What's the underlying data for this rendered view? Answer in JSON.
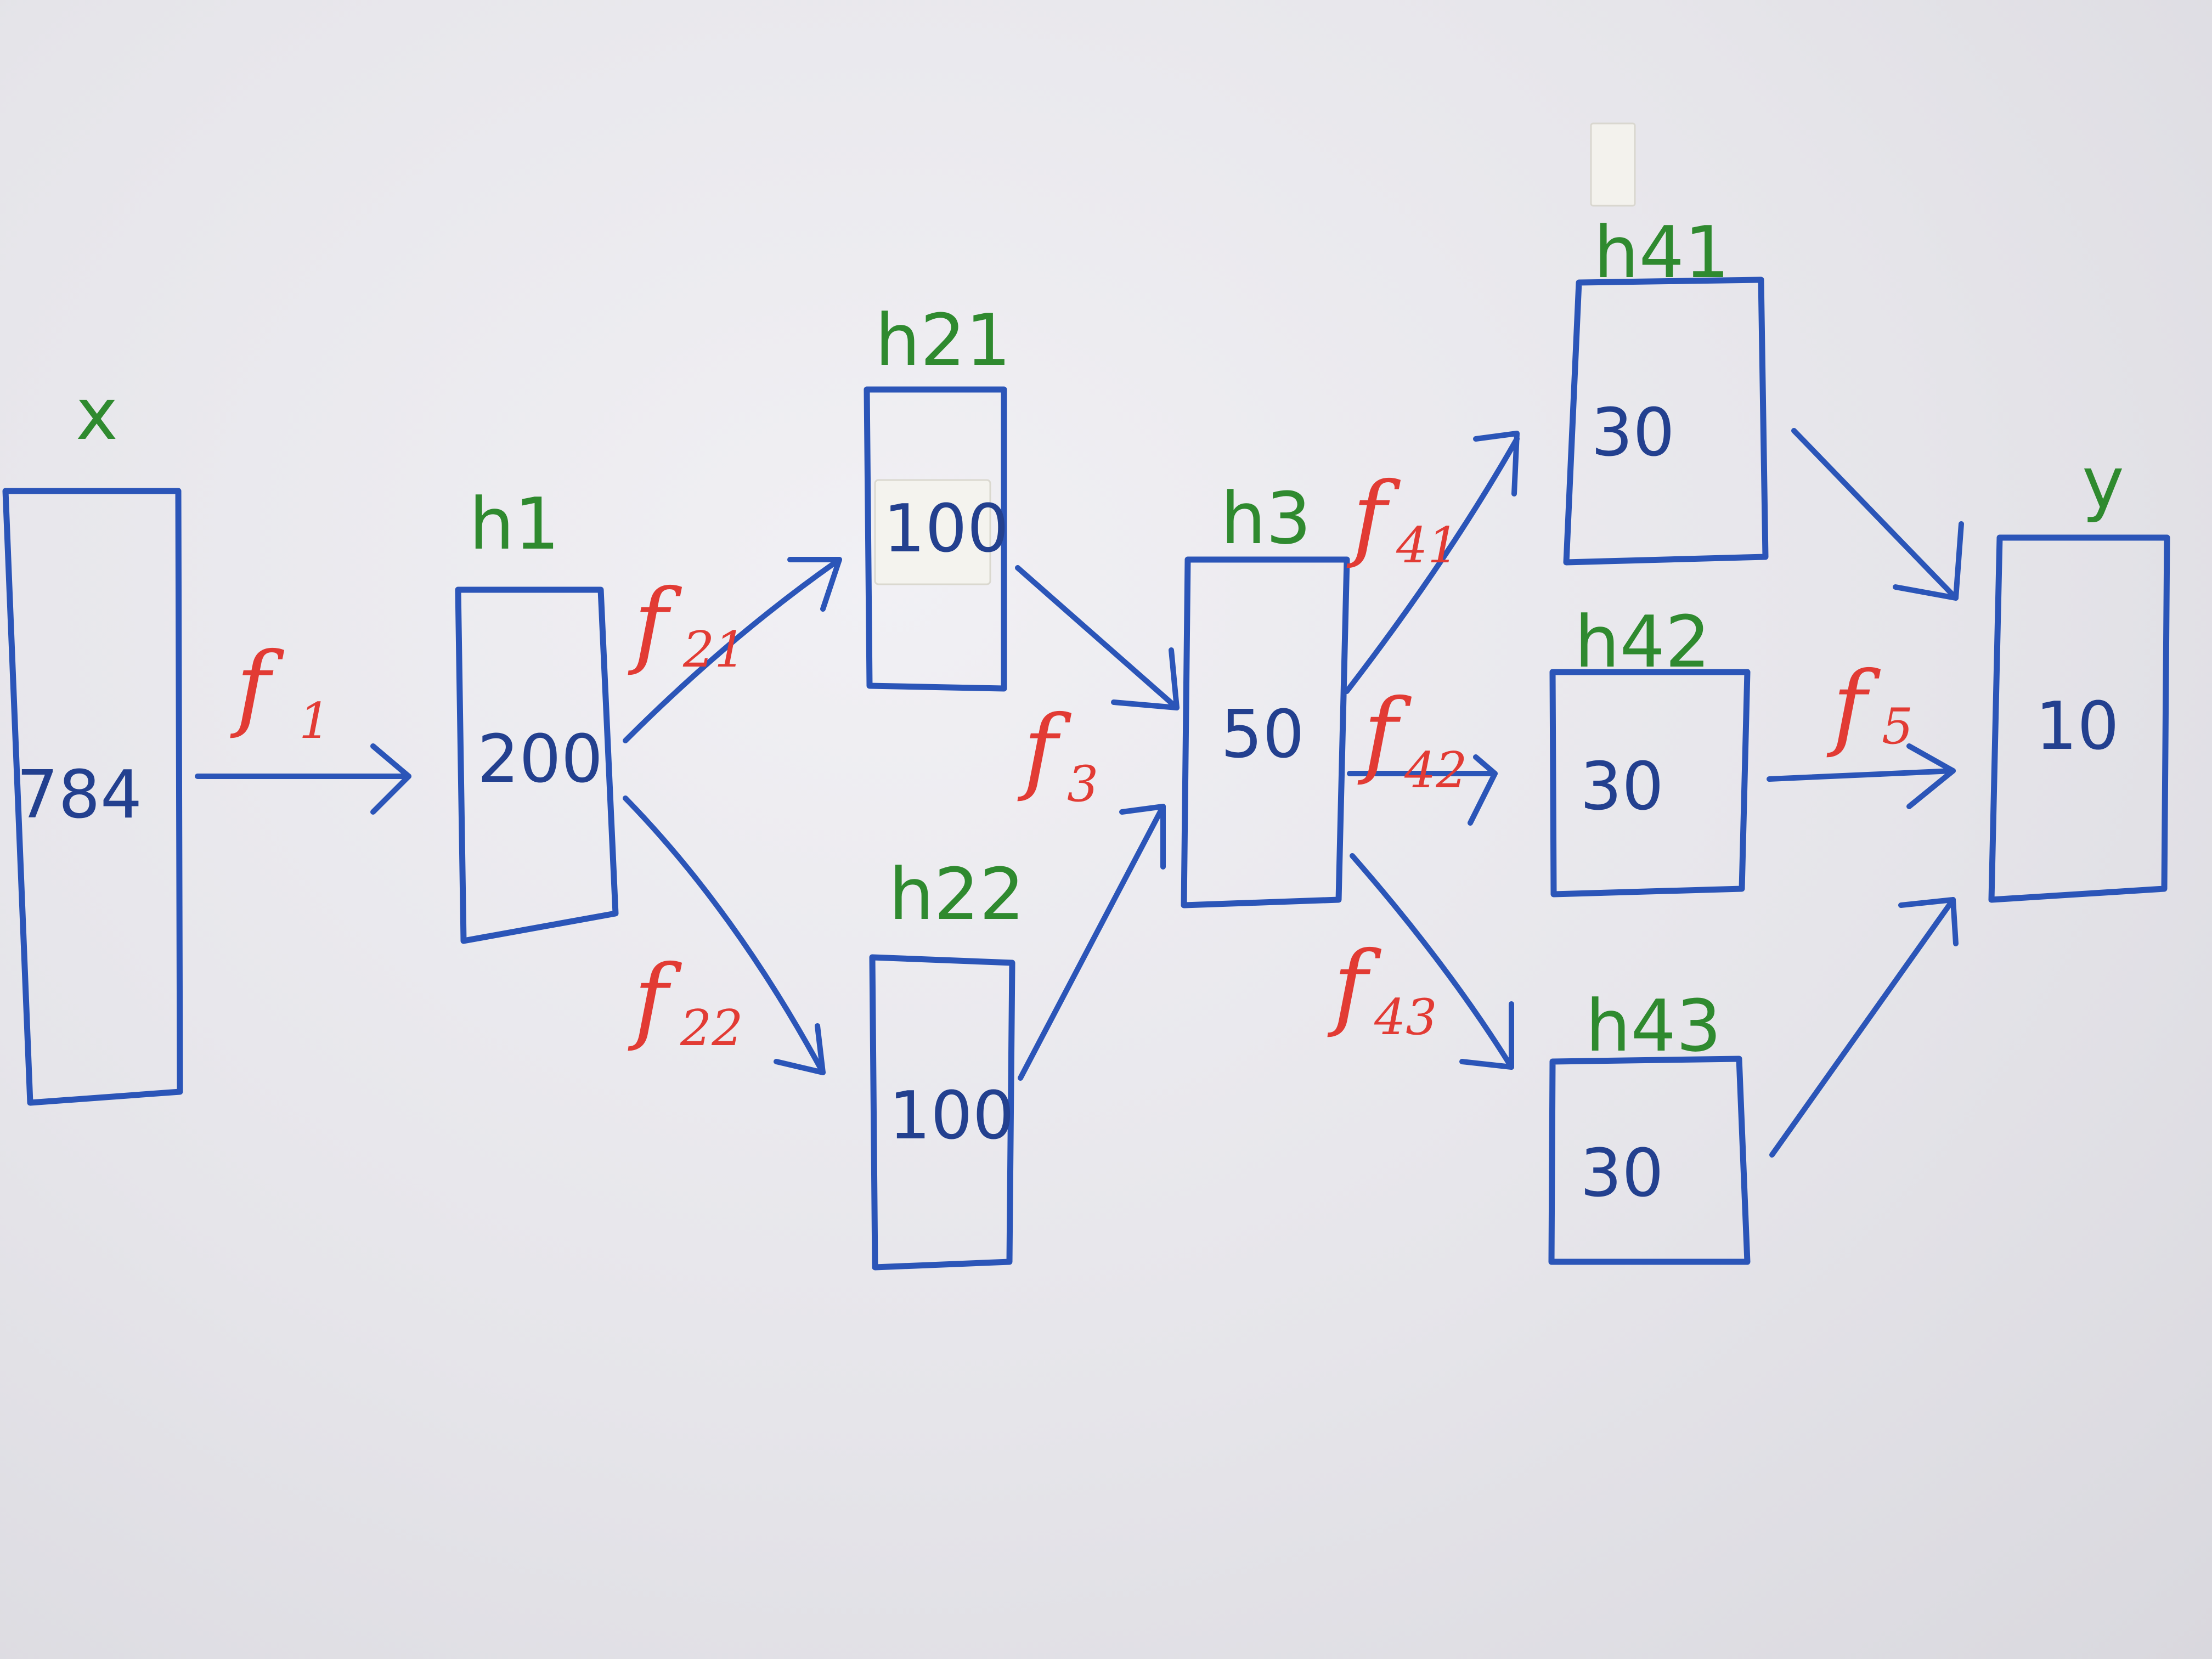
{
  "nodes": {
    "x": {
      "label": "x",
      "size": "784"
    },
    "h1": {
      "label": "h1",
      "size": "200"
    },
    "h21": {
      "label": "h21",
      "size": "100"
    },
    "h22": {
      "label": "h22",
      "size": "100"
    },
    "h3": {
      "label": "h3",
      "size": "50"
    },
    "h41": {
      "label": "h41",
      "size": "30"
    },
    "h42": {
      "label": "h42",
      "size": "30"
    },
    "h43": {
      "label": "h43",
      "size": "30"
    },
    "y": {
      "label": "y",
      "size": "10"
    }
  },
  "functions": {
    "f1": {
      "main": "f",
      "sub": "1"
    },
    "f21": {
      "main": "f",
      "sub": "21"
    },
    "f22": {
      "main": "f",
      "sub": "22"
    },
    "f3": {
      "main": "f",
      "sub": "3"
    },
    "f41": {
      "main": "f",
      "sub": "41"
    },
    "f42": {
      "main": "f",
      "sub": "42"
    },
    "f43": {
      "main": "f",
      "sub": "43"
    },
    "f5": {
      "main": "f",
      "sub": "5"
    }
  },
  "colors": {
    "box": "#2b55b8",
    "node_label": "#2f8a2f",
    "function_label": "#e23b34",
    "paper": "#ebeaef"
  }
}
